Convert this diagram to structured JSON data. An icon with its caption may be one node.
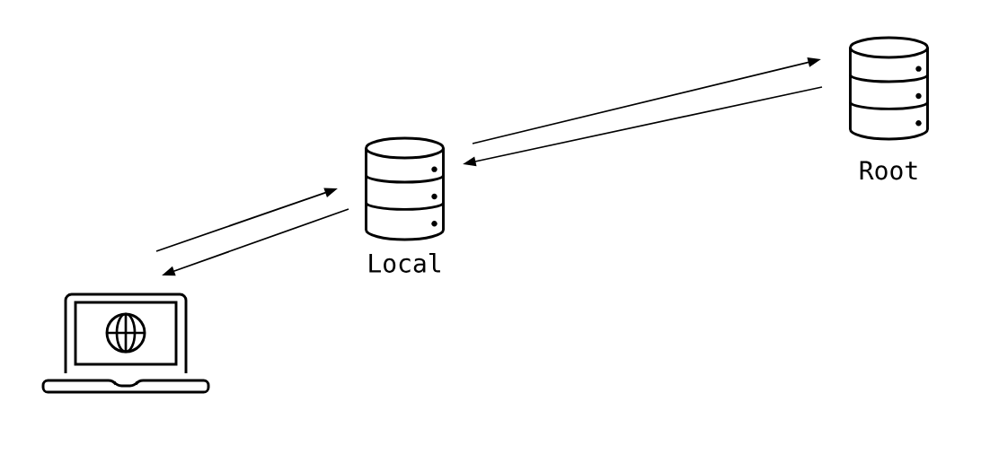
{
  "diagram": {
    "nodes": [
      {
        "text": [],
        "shape": "laptop"
      },
      {
        "text": [
          "Local"
        ]
      },
      {
        "text": [
          "Root"
        ]
      }
    ],
    "edges": [
      {
        "from": 0,
        "to": 1,
        "arrow": "to"
      },
      {
        "from": 1,
        "to": 0,
        "arrow": "to"
      },
      {
        "from": 1,
        "to": 2,
        "arrow": "to"
      },
      {
        "from": 2,
        "to": 1,
        "arrow": "to"
      }
    ]
  }
}
